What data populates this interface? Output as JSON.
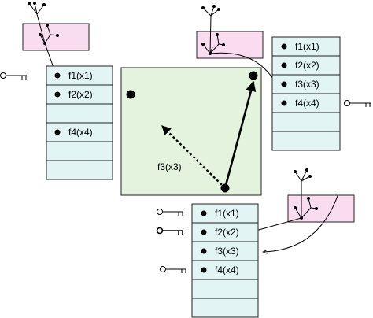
{
  "colors": {
    "table_fill": "#e2f4f4",
    "panel_fill": "#e4f3dd",
    "tree_fill": "#f9dcef",
    "stroke": "#222222"
  },
  "panel": {
    "arrow_label": "f3(x3)"
  },
  "tables": {
    "left": {
      "rows": [
        "f1(x1)",
        "f2(x2)",
        "",
        "f4(x4)",
        "",
        ""
      ]
    },
    "right": {
      "rows": [
        "f1(x1)",
        "f2(x2)",
        "f3(x3)",
        "f4(x4)",
        "",
        ""
      ]
    },
    "bottom": {
      "rows": [
        "f1(x1)",
        "f2(x2)",
        "f3(x3)",
        "f4(x4)",
        "",
        ""
      ]
    }
  }
}
